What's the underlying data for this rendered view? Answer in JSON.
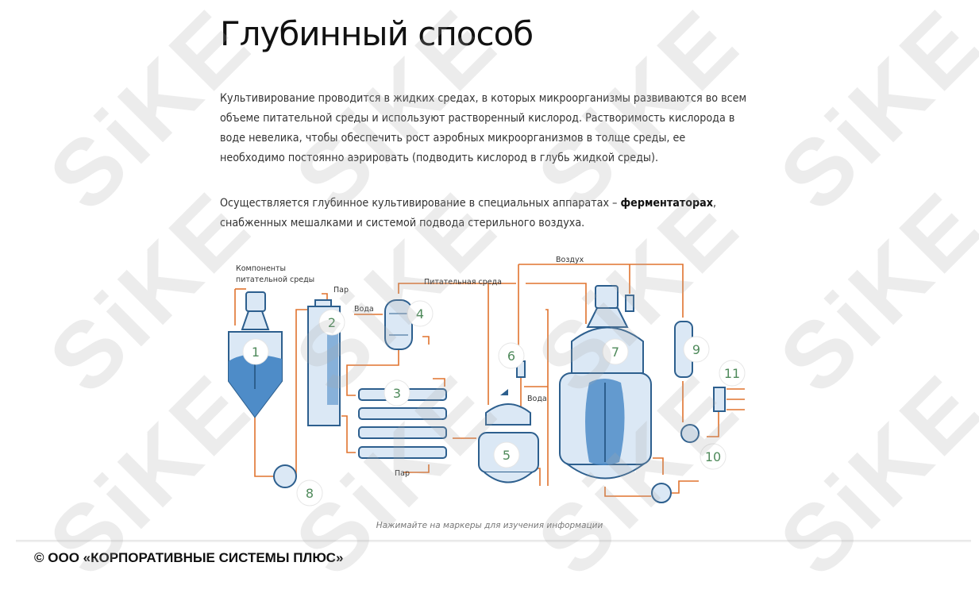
{
  "page": {
    "title": "Глубинный способ",
    "paragraphs": {
      "p1": "Культивирование проводится в жидких средах, в которых микроорганизмы развиваются во всем объеме питательной среды и используют растворенный кислород. Растворимость кислорода в воде невелика, чтобы обеспечить рост аэробных микроорганизмов в толще среды, ее необходимо постоянно аэрировать (подводить кислород в глубь жидкой среды).",
      "p2_before": "Осуществляется глубинное культивирование в специальных аппаратах – ",
      "p2_bold": "ферментаторах",
      "p2_after": ", снабженных мешалками и системой подвода стерильного воздуха."
    }
  },
  "diagram": {
    "labels": {
      "components": "Компоненты",
      "components2": "питательной среды",
      "steam_top": "Пар",
      "water_4": "Вода",
      "nutrient": "Питательная среда",
      "air": "Воздух",
      "water_7": "Вода",
      "steam_bottom": "Пар"
    },
    "markers": [
      "1",
      "2",
      "3",
      "4",
      "5",
      "6",
      "7",
      "8",
      "9",
      "10",
      "11"
    ],
    "caption": "Нажимайте на маркеры для изучения информации",
    "colors": {
      "pipe": "#e0732e",
      "vessel_stroke": "#2d5f8e",
      "vessel_fill": "#dbe8f5",
      "liquid": "#4e8cc8",
      "marker_text": "#4f8a5b"
    }
  },
  "watermark": {
    "text": "SiKE"
  },
  "footer": {
    "copyright": "© ООО «КОРПОРАТИВНЫЕ СИСТЕМЫ ПЛЮС»"
  }
}
